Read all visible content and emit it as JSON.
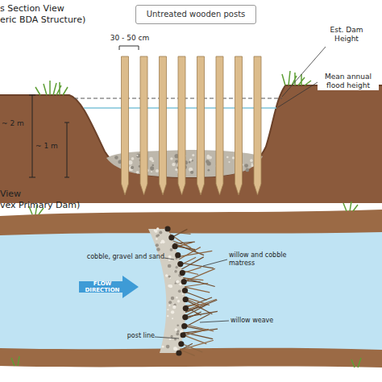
{
  "diagram": {
    "nodes": [
      {
        "text": [
          "Untreated wooden posts"
        ]
      },
      {
        "text": [
          "FLOW DIRECTION"
        ]
      }
    ],
    "labels": [
      "s Section View",
      "eric BDA Structure)",
      "30 - 50 cm",
      "Est. Dam Height",
      "Mean annual flood height",
      "~ 2 m",
      "~ 1 m",
      "View",
      "vex Primary Dam)",
      "cobble, gravel and sand",
      "willow and cobble matress",
      "willow weave",
      "post line"
    ]
  }
}
